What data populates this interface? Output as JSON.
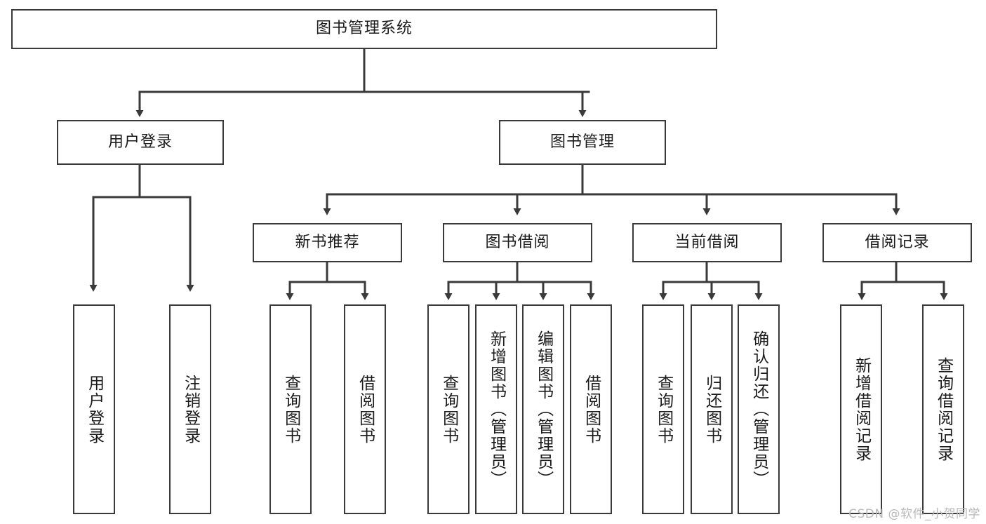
{
  "diagram": {
    "type": "tree-hierarchy",
    "title": "图书管理系统",
    "watermark": "CSDN @软件_小贺同学",
    "line_color": "#3a3a3a",
    "box_fill": "#ffffff",
    "text_color": "#1b1b1b",
    "watermark_color": "#b9b9b9",
    "levels": [
      {
        "level": 1,
        "nodes": [
          {
            "id": "root",
            "label": "图书管理系统",
            "orientation": "horizontal"
          }
        ]
      },
      {
        "level": 2,
        "nodes": [
          {
            "id": "user-login",
            "label": "用户登录",
            "orientation": "horizontal",
            "parent": "root"
          },
          {
            "id": "book-manage",
            "label": "图书管理",
            "orientation": "horizontal",
            "parent": "root"
          }
        ]
      },
      {
        "level": 3,
        "nodes": [
          {
            "id": "new-book-rec",
            "label": "新书推荐",
            "orientation": "horizontal",
            "parent": "book-manage"
          },
          {
            "id": "book-borrow",
            "label": "图书借阅",
            "orientation": "horizontal",
            "parent": "book-manage"
          },
          {
            "id": "current-borrow",
            "label": "当前借阅",
            "orientation": "horizontal",
            "parent": "book-manage"
          },
          {
            "id": "borrow-record",
            "label": "借阅记录",
            "orientation": "horizontal",
            "parent": "book-manage"
          }
        ]
      },
      {
        "level": 4,
        "nodes": [
          {
            "id": "leaf-user-login",
            "label": "用户登录",
            "orientation": "vertical",
            "parent": "user-login"
          },
          {
            "id": "leaf-logout",
            "label": "注销登录",
            "orientation": "vertical",
            "parent": "user-login"
          },
          {
            "id": "leaf-query-book-1",
            "label": "查询图书",
            "orientation": "vertical",
            "parent": "new-book-rec"
          },
          {
            "id": "leaf-borrow-book-1",
            "label": "借阅图书",
            "orientation": "vertical",
            "parent": "new-book-rec"
          },
          {
            "id": "leaf-query-book-2",
            "label": "查询图书",
            "orientation": "vertical",
            "parent": "book-borrow"
          },
          {
            "id": "leaf-add-book",
            "label": "新增图书（管理员）",
            "orientation": "vertical",
            "parent": "book-borrow"
          },
          {
            "id": "leaf-edit-book",
            "label": "编辑图书（管理员）",
            "orientation": "vertical",
            "parent": "book-borrow"
          },
          {
            "id": "leaf-borrow-book-2",
            "label": "借阅图书",
            "orientation": "vertical",
            "parent": "book-borrow"
          },
          {
            "id": "leaf-query-book-3",
            "label": "查询图书",
            "orientation": "vertical",
            "parent": "current-borrow"
          },
          {
            "id": "leaf-return-book",
            "label": "归还图书",
            "orientation": "vertical",
            "parent": "current-borrow"
          },
          {
            "id": "leaf-confirm-return",
            "label": "确认归还（管理员）",
            "orientation": "vertical",
            "parent": "current-borrow"
          },
          {
            "id": "leaf-add-record",
            "label": "新增借阅记录",
            "orientation": "vertical",
            "parent": "borrow-record"
          },
          {
            "id": "leaf-query-record",
            "label": "查询借阅记录",
            "orientation": "vertical",
            "parent": "borrow-record"
          }
        ]
      }
    ]
  }
}
